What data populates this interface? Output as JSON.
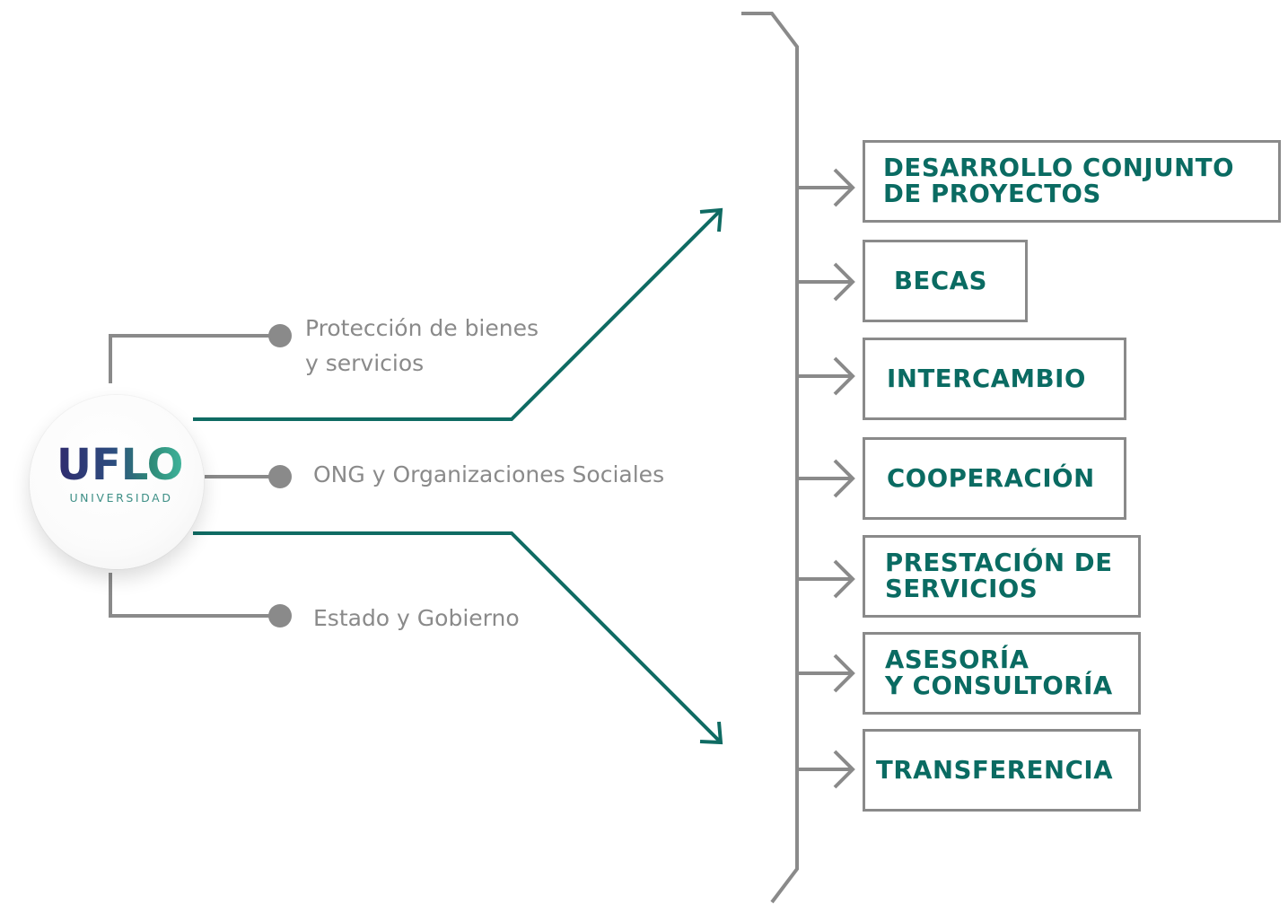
{
  "logo": {
    "name": "UFLO",
    "subtitle": "UNIVERSIDAD"
  },
  "stakeholders": [
    {
      "label": "Protección de bienes\ny servicios"
    },
    {
      "label": "ONG y Organizaciones Sociales"
    },
    {
      "label": "Estado y Gobierno"
    }
  ],
  "options": [
    {
      "label": "DESARROLLO CONJUNTO\nDE PROYECTOS"
    },
    {
      "label": "BECAS"
    },
    {
      "label": "INTERCAMBIO"
    },
    {
      "label": "COOPERACIÓN"
    },
    {
      "label": "PRESTACIÓN DE\nSERVICIOS"
    },
    {
      "label": "ASESORÍA\nY CONSULTORÍA"
    },
    {
      "label": "TRANSFERENCIA"
    }
  ],
  "colors": {
    "accent_teal": "#0a6b62",
    "connector_gray": "#8a8a8a",
    "arrow_teal": "#0f6b63"
  }
}
